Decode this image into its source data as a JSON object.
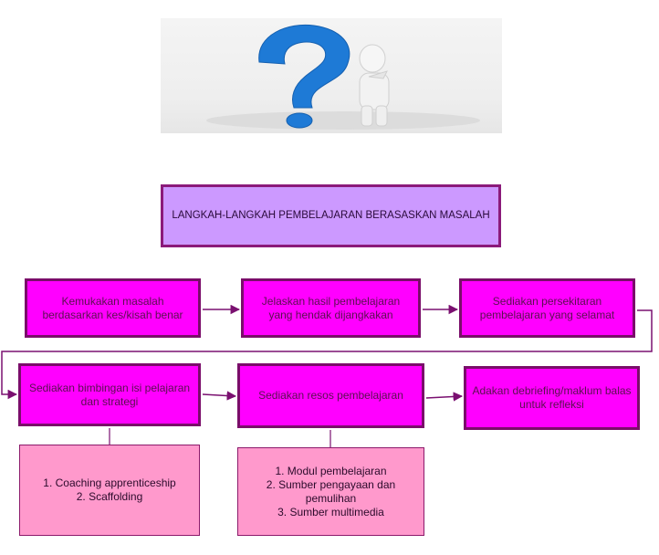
{
  "title": "LANGKAH-LANGKAH PEMBELAJARAN BERASASKAN MASALAH",
  "steps": [
    {
      "lines": [
        "Kemukakan masalah",
        "berdasarkan kes/kisah benar"
      ]
    },
    {
      "lines": [
        "Jelaskan hasil pembelajaran",
        "yang hendak dijangkakan"
      ]
    },
    {
      "lines": [
        "Sediakan persekitaran",
        "pembelajaran yang selamat"
      ]
    },
    {
      "lines": [
        "Sediakan bimbingan isi pelajaran",
        "dan strategi"
      ]
    },
    {
      "lines": [
        "Sediakan resos pembelajaran"
      ]
    },
    {
      "lines": [
        "Adakan debriefing/maklum balas",
        "untuk refleksi"
      ]
    }
  ],
  "details": [
    {
      "lines": [
        "1. Coaching apprenticeship",
        "2. Scaffolding"
      ]
    },
    {
      "lines": [
        "1. Modul pembelajaran",
        "2. Sumber pengayaan dan",
        "pemulihan",
        "3. Sumber multimedia"
      ]
    }
  ],
  "colors": {
    "step_fill": "#ff00ff",
    "step_border": "#7a0d6a",
    "title_fill": "#cc99ff",
    "detail_fill": "#ff99cc",
    "connector": "#7a1070",
    "question_mark": "#1e7ad6"
  },
  "hero_image": {
    "icon": "question-mark-thinking-figure-icon"
  }
}
